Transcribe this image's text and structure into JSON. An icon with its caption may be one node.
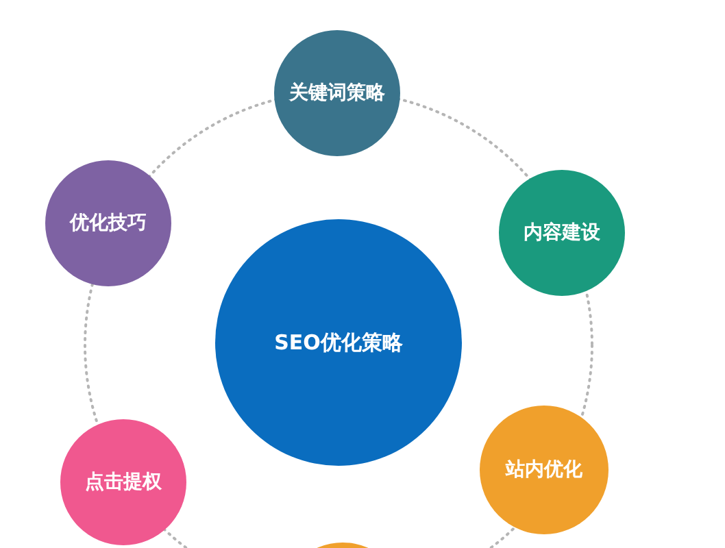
{
  "diagram": {
    "nodes": [
      {
        "text": [
          "SEO优化策略"
        ]
      },
      {
        "text": [
          "关键词策略"
        ]
      },
      {
        "text": [
          "内容建设"
        ]
      },
      {
        "text": [
          "站内优化"
        ]
      },
      {
        "text": [],
        "shape": "circle"
      },
      {
        "text": [
          "点击提权"
        ]
      },
      {
        "text": [
          "优化技巧"
        ]
      }
    ]
  }
}
